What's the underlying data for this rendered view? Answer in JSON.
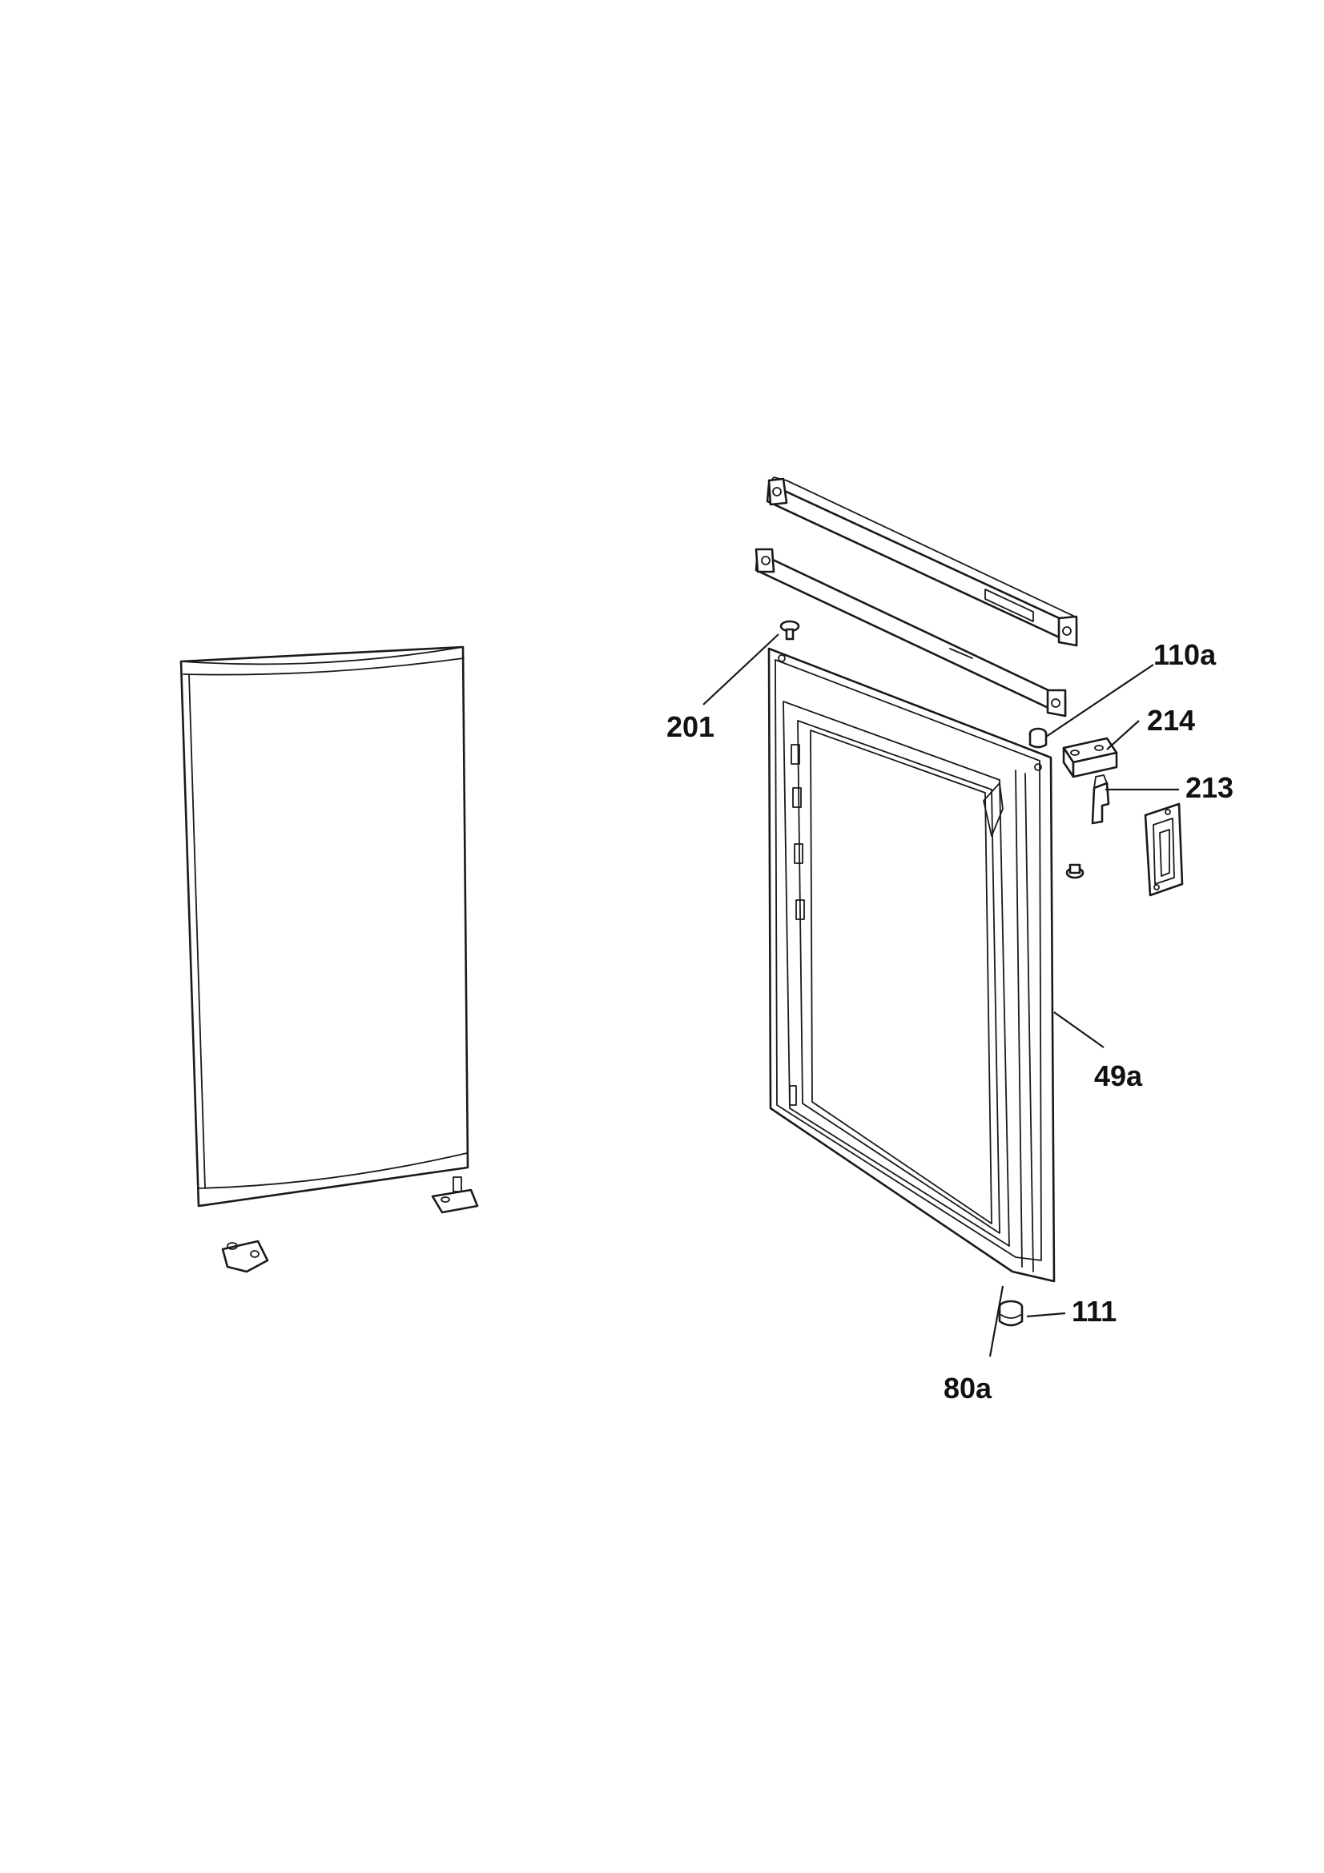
{
  "labels": {
    "p201": "201",
    "p110a": "110a",
    "p214": "214",
    "p213": "213",
    "p49a": "49a",
    "p111": "111",
    "p80a": "80a"
  },
  "colors": {
    "line": "#1a1a1a",
    "background": "#ffffff"
  }
}
